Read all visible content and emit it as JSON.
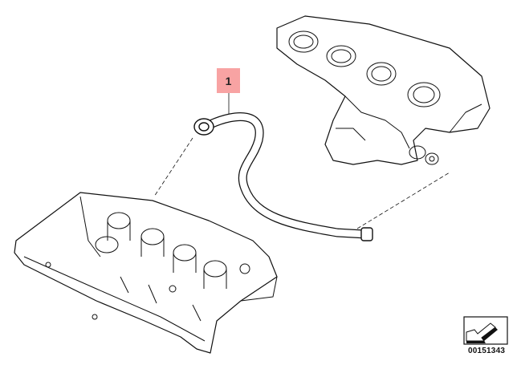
{
  "diagram": {
    "callouts": [
      {
        "number": "1",
        "part": "hose"
      }
    ],
    "diagram_id": "00151343",
    "callout_color": "#f8a3a3",
    "nav_icon": "back-arrow-icon"
  }
}
